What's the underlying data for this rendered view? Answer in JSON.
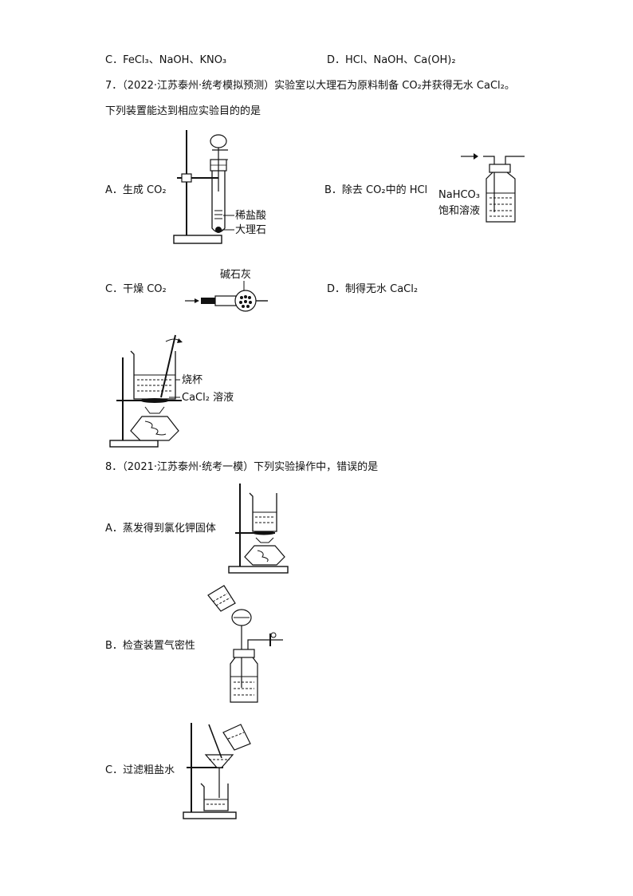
{
  "q6": {
    "option_c": "C．FeCl₃、NaOH、KNO₃",
    "option_d": "D．HCl、NaOH、Ca(OH)₂"
  },
  "q7": {
    "stem_line1": "7．（2022·江苏泰州·统考模拟预测）实验室以大理石为原料制备 CO₂并获得无水 CaCl₂。",
    "stem_line2": "下列装置能达到相应实验目的的是",
    "option_a": "A．生成 CO₂",
    "option_b": "B．除去 CO₂中的 HCl",
    "option_c": "C．干燥 CO₂",
    "option_d": "D．制得无水 CaCl₂",
    "fig_a_labels": {
      "acid": "稀盐酸",
      "marble": "大理石"
    },
    "fig_b_labels": {
      "reagent": "NaHCO₃",
      "reagent2": "饱和溶液"
    },
    "fig_c_labels": {
      "desiccant": "碱石灰"
    },
    "fig_d_labels": {
      "beaker": "烧杯",
      "solution": "CaCl₂ 溶液"
    }
  },
  "q8": {
    "stem": "8．（2021·江苏泰州·统考一模）下列实验操作中，错误的是",
    "option_a": "A．蒸发得到氯化钾固体",
    "option_b": "B．检查装置气密性",
    "option_c": "C．过滤粗盐水"
  }
}
